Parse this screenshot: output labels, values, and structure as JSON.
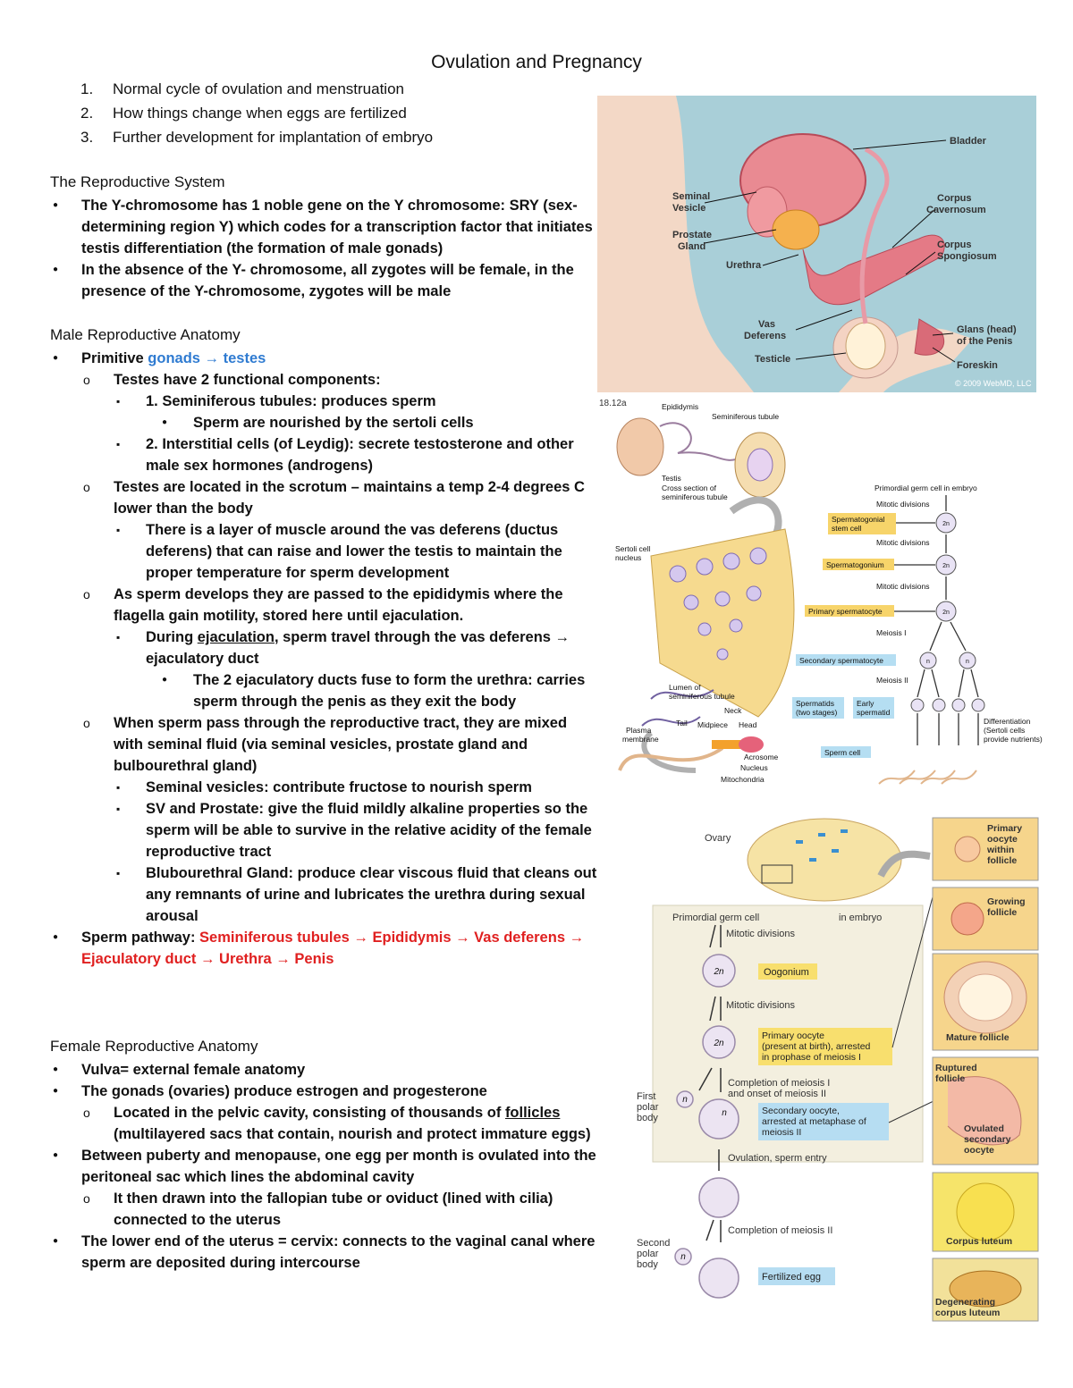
{
  "title": "Ovulation and Pregnancy",
  "overview": [
    {
      "num": "1.",
      "text": "Normal cycle of ovulation and menstruation"
    },
    {
      "num": "2.",
      "text": "How things change when eggs are fertilized"
    },
    {
      "num": "3.",
      "text": "Further development for implantation of embryo"
    }
  ],
  "reproductive_system": {
    "heading": "The Reproductive System",
    "b1": "The Y-chromosome has 1 noble gene on the Y chromosome: SRY (sex-determining region Y) which codes for a transcription factor that initiates testis differentiation (the formation of male gonads)",
    "b2": "In the absence of the Y- chromosome, all zygotes will be female, in the presence of the Y-chromosome, zygotes will be male"
  },
  "male": {
    "heading": "Male Reproductive Anatomy",
    "primitive": {
      "pre": "Primitive ",
      "gonads": "gonads",
      "arrow": " → ",
      "testes": "testes"
    },
    "components": "Testes have 2 functional components:",
    "tubules": "1. Seminiferous tubules: produces sperm",
    "sertoli": "Sperm are nourished by the sertoli cells",
    "interstitial": "2. Interstitial cells (of Leydig): secrete testosterone and other male sex hormones (androgens)",
    "scrotum": "Testes are located in the scrotum – maintains a temp 2-4 degrees C lower than the body",
    "muscle": "There is a layer of muscle around the vas deferens (ductus deferens) that can raise and lower the testis to maintain the proper temperature for sperm development",
    "epididymis": "As sperm develops they are passed to the epididymis where the flagella gain motility, stored here until ejaculation.",
    "during": {
      "pre": "During ",
      "word": "ejaculation",
      "post": ", sperm travel through the vas deferens → ejaculatory duct"
    },
    "fuse": "The 2 ejaculatory ducts fuse to form the urethra: carries sperm through the penis as they exit the body",
    "seminal_fluid": "When sperm pass through the reproductive tract, they are mixed with seminal fluid (via seminal vesicles, prostate gland and bulbourethral gland)",
    "vesicles": "Seminal vesicles: contribute fructose to nourish sperm",
    "sv_prostate": "SV and Prostate: give the fluid mildly alkaline properties so the sperm will be able to survive in the relative acidity of the female reproductive tract",
    "bulbo": "Blubourethral Gland: produce clear viscous fluid that cleans out any remnants of urine and lubricates the urethra during sexual arousal",
    "pathway_label": "Sperm pathway: ",
    "pathway": "Seminiferous tubules → Epididymis → Vas deferens → Ejaculatory duct → Urethra → Penis"
  },
  "female": {
    "heading": "Female Reproductive Anatomy",
    "vulva": "Vulva= external female anatomy",
    "gonads": "The gonads (ovaries) produce estrogen and progesterone",
    "located": {
      "pre": "Located in the pelvic cavity, consisting of thousands of ",
      "word": "follicles",
      "post": " (multilayered sacs that contain, nourish and protect immature eggs)"
    },
    "puberty": "Between puberty and menopause, one egg per month is ovulated into the peritoneal sac which lines the abdominal cavity",
    "drawn": "It then drawn into the fallopian tube or oviduct (lined with cilia) connected to the uterus",
    "cervix": "The lower end of the uterus = cervix: connects to the vaginal canal where sperm are deposited during intercourse"
  },
  "figure_male": {
    "bladder": "Bladder",
    "seminal1": "Seminal",
    "seminal2": "Vesicle",
    "corpus_cav1": "Corpus",
    "corpus_cav2": "Cavernosum",
    "prostate1": "Prostate",
    "prostate2": "Gland",
    "corpus_spo1": "Corpus",
    "corpus_spo2": "Spongiosum",
    "urethra": "Urethra",
    "vas1": "Vas",
    "vas2": "Deferens",
    "glans1": "Glans (head)",
    "glans2": "of the Penis",
    "testicle": "Testicle",
    "foreskin": "Foreskin",
    "copyright": "© 2009 WebMD, LLC"
  },
  "figure_sperm": {
    "fig_id": "18.12a",
    "epididymis": "Epididymis",
    "seminiferous": "Seminiferous tubule",
    "testis": "Testis",
    "cross1": "Cross section of",
    "cross2": "seminiferous tubule",
    "primordial": "Primordial germ cell in embryo",
    "mitotic1": "Mitotic divisions",
    "stem1": "Spermatogonial",
    "stem2": "stem cell",
    "mitotic2": "Mitotic divisions",
    "sertoli1": "Sertoli cell",
    "sertoli2": "nucleus",
    "spermatogonium": "Spermatogonium",
    "mitotic3": "Mitotic divisions",
    "primary": "Primary spermatocyte",
    "meiosis1": "Meiosis I",
    "secondary": "Secondary spermatocyte",
    "meiosis2": "Meiosis II",
    "lumen1": "Lumen of",
    "lumen2": "seminiferous tubule",
    "spermatids1": "Spermatids",
    "spermatids2": "(two stages)",
    "early1": "Early",
    "early2": "spermatid",
    "neck": "Neck",
    "tail": "Tail",
    "midpiece": "Midpiece",
    "head": "Head",
    "plasma1": "Plasma",
    "plasma2": "membrane",
    "diff1": "Differentiation",
    "diff2": "(Sertoli cells",
    "diff3": "provide nutrients)",
    "acrosome": "Acrosome",
    "nucleus": "Nucleus",
    "mito": "Mitochondria",
    "sperm_cell": "Sperm cell",
    "two_n": "2n",
    "n": "n"
  },
  "figure_ovary": {
    "ovary": "Ovary",
    "primordial": "Primordial germ cell",
    "in_embryo": "in embryo",
    "mitotic1": "Mitotic divisions",
    "oogonium": "Oogonium",
    "mitotic2": "Mitotic divisions",
    "primary1": "Primary oocyte",
    "primary2": "(present at birth), arrested",
    "primary3": "in prophase of meiosis I",
    "completion1a": "Completion of meiosis I",
    "completion1b": "and onset of meiosis II",
    "first1": "First",
    "first2": "polar",
    "first3": "body",
    "secondary1": "Secondary oocyte,",
    "secondary2": "arrested at metaphase of",
    "secondary3": "meiosis II",
    "ovulation": "Ovulation, sperm entry",
    "completion2": "Completion of meiosis II",
    "second1": "Second",
    "second2": "polar",
    "second3": "body",
    "fertilized": "Fertilized egg",
    "two_n": "2n",
    "n": "n",
    "primary_follicle1": "Primary",
    "primary_follicle2": "oocyte",
    "primary_follicle3": "within",
    "primary_follicle4": "follicle",
    "growing1": "Growing",
    "growing2": "follicle",
    "mature": "Mature follicle",
    "ruptured1": "Ruptured",
    "ruptured2": "follicle",
    "ovulated1": "Ovulated",
    "ovulated2": "secondary",
    "ovulated3": "oocyte",
    "corpus_luteum": "Corpus luteum",
    "degenerating1": "Degenerating",
    "degenerating2": "corpus luteum"
  }
}
